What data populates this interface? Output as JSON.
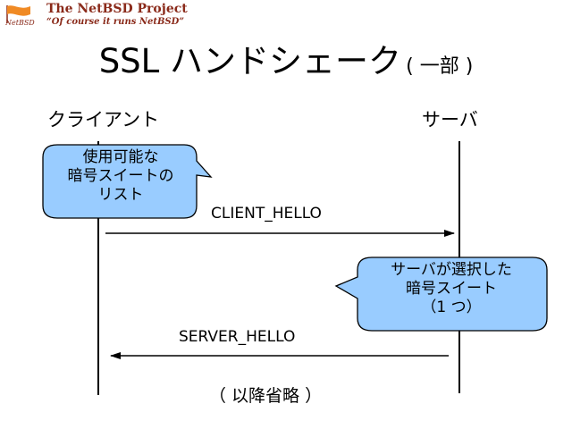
{
  "header": {
    "project_name": "The NetBSD Project",
    "tagline": "“Of course it runs NetBSD”",
    "logo_text": "NetBSD"
  },
  "slide": {
    "title": "SSL ハンドシェーク",
    "title_suffix": "( 一部 )"
  },
  "actors": {
    "client": "クライアント",
    "server": "サーバ"
  },
  "notes": {
    "client_note": [
      "使用可能な",
      "暗号スイートの",
      "リスト"
    ],
    "server_note": [
      "サーバが選択した",
      "暗号スイート",
      "（1 つ）"
    ]
  },
  "messages": {
    "client_hello": "CLIENT_HELLO",
    "server_hello": "SERVER_HELLO"
  },
  "footer_note": "（ 以降省略 ）",
  "colors": {
    "callout_fill": "#99ccff",
    "callout_stroke": "#000000",
    "lifeline": "#000000",
    "logo_text": "#8a2a1a"
  }
}
